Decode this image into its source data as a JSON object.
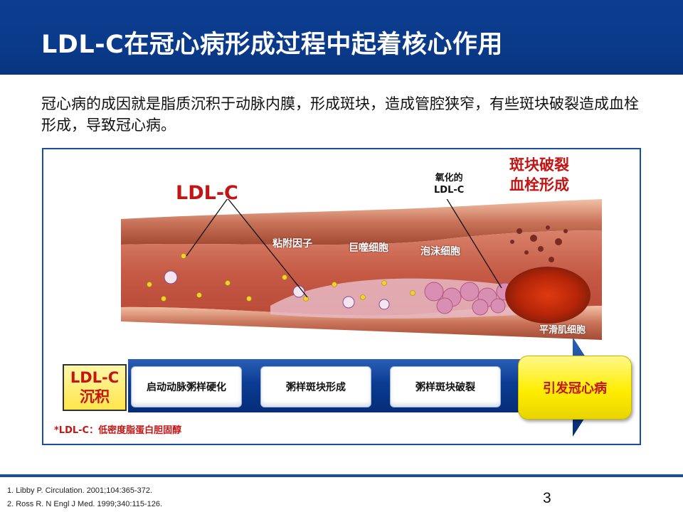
{
  "header": {
    "title": "LDL-C在冠心病形成过程中起着核心作用"
  },
  "intro": "冠心病的成因就是脂质沉积于动脉内膜，形成斑块，造成管腔狭窄，有些斑块破裂造成血栓形成，导致冠心病。",
  "diagram": {
    "ldl_label": "LDL-C",
    "oxidized_line1": "氧化的",
    "oxidized_line2": "LDL-C",
    "rupture_line1": "斑块破裂",
    "rupture_line2": "血栓形成",
    "adhesion": "粘附因子",
    "macrophage": "巨噬细胞",
    "foam_cell": "泡沫细胞",
    "smooth_muscle": "平滑肌细胞"
  },
  "process": {
    "start_line1": "LDL-C",
    "start_line2": "沉积",
    "stages": [
      "启动动脉粥样硬化",
      "粥样斑块形成",
      "粥样斑块破裂"
    ],
    "final": "引发冠心病"
  },
  "footnote": "*LDL-C：低密度脂蛋白胆固醇",
  "references": [
    "1. Libby P. Circulation. 2001;104:365-372.",
    "2. Ross R. N Engl J Med. 1999;340:115-126."
  ],
  "page_number": "3",
  "colors": {
    "brand_blue": "#0a3a8a",
    "accent_red": "#c41414",
    "highlight_yellow": "#ffee00"
  }
}
